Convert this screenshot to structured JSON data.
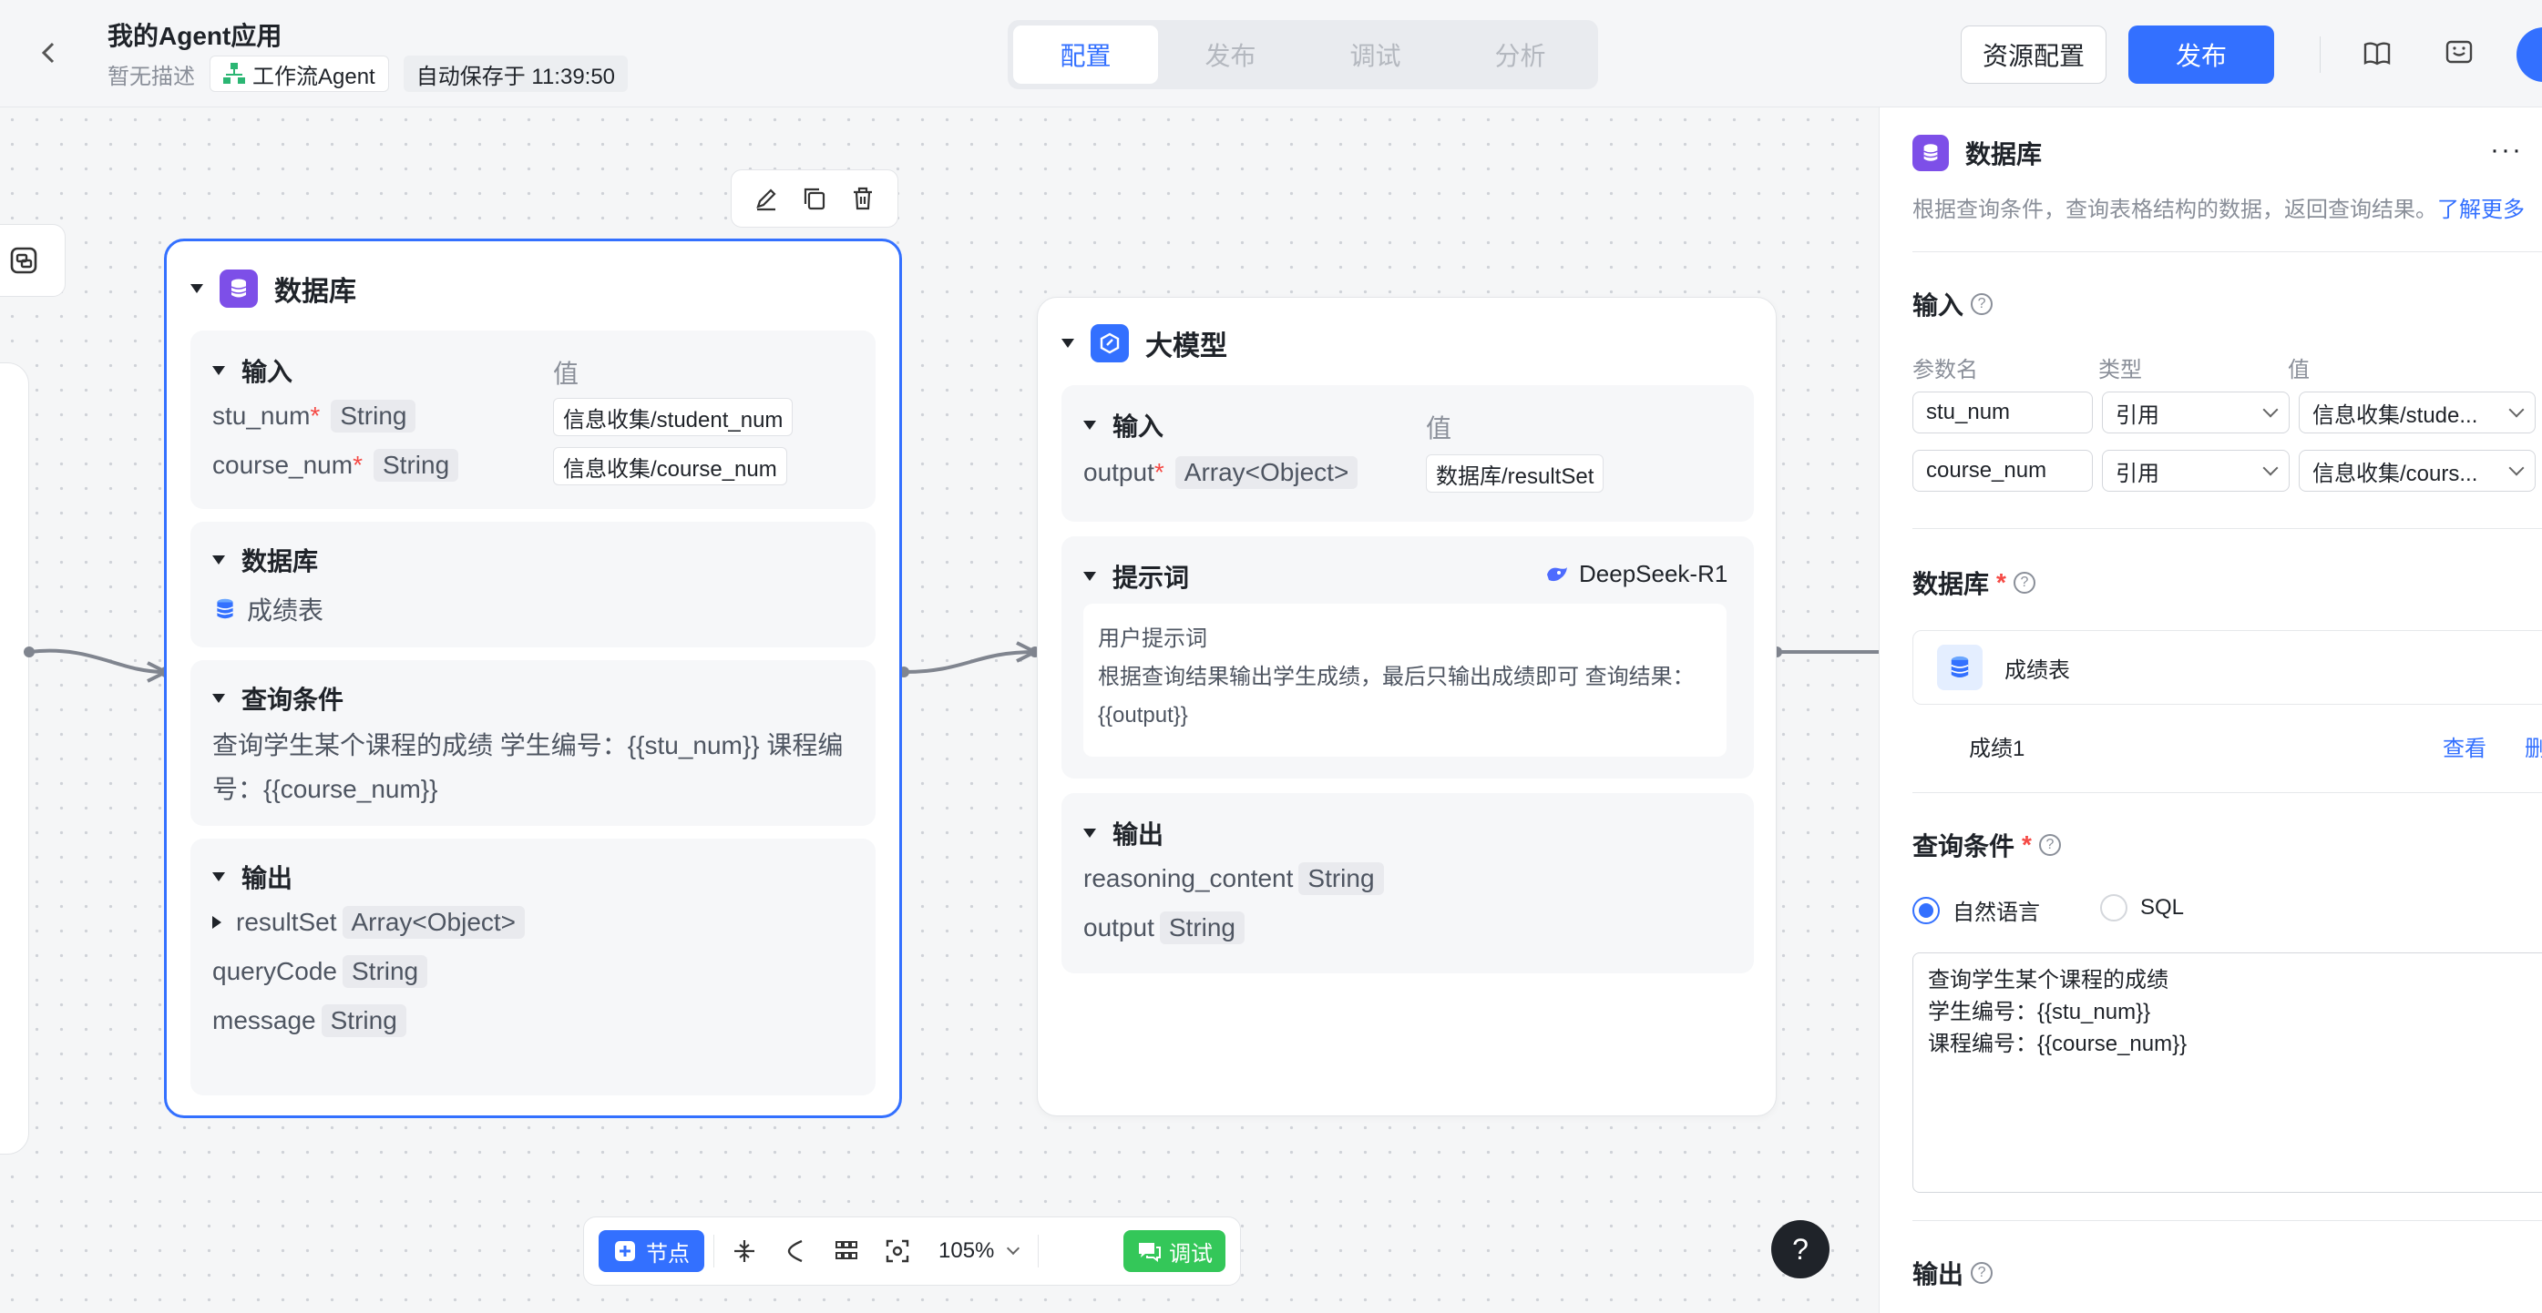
{
  "header": {
    "app_title": "我的Agent应用",
    "description": "暂无描述",
    "app_type": "工作流Agent",
    "autosave": "自动保存于 11:39:50",
    "tabs": [
      "配置",
      "发布",
      "调试",
      "分析"
    ],
    "resource_button": "资源配置",
    "publish_button": "发布"
  },
  "db_node": {
    "title": "数据库",
    "input_section": "输入",
    "value_header": "值",
    "inputs": [
      {
        "name": "stu_num",
        "type": "String",
        "value": "信息收集/student_num"
      },
      {
        "name": "course_num",
        "type": "String",
        "value": "信息收集/course_num"
      }
    ],
    "db_section": "数据库",
    "table_name": "成绩表",
    "query_section": "查询条件",
    "query_text": "查询学生某个课程的成绩 学生编号：{{stu_num}} 课程编号：{{course_num}}",
    "output_section": "输出",
    "outputs": [
      {
        "name": "resultSet",
        "type": "Array<Object>"
      },
      {
        "name": "queryCode",
        "type": "String"
      },
      {
        "name": "message",
        "type": "String"
      }
    ]
  },
  "llm_node": {
    "title": "大模型",
    "input_section": "输入",
    "value_header": "值",
    "input_name": "output",
    "input_type": "Array<Object>",
    "input_value": "数据库/resultSet",
    "prompt_section": "提示词",
    "model": "DeepSeek-R1",
    "user_prompt_label": "用户提示词",
    "user_prompt": "根据查询结果输出学生成绩，最后只输出成绩即可 查询结果：{{output}}",
    "output_section": "输出",
    "outputs": [
      {
        "name": "reasoning_content",
        "type": "String"
      },
      {
        "name": "output",
        "type": "String"
      }
    ]
  },
  "bottom_bar": {
    "node_button": "节点",
    "zoom": "105%",
    "debug_button": "调试"
  },
  "help_label": "?",
  "panel": {
    "title": "数据库",
    "more": "···",
    "description": "根据查询条件，查询表格结构的数据，返回查询结果。",
    "learn_more": "了解更多",
    "input_title": "输入",
    "col_param": "参数名",
    "col_type": "类型",
    "col_value": "值",
    "params": [
      {
        "name": "stu_num",
        "type": "引用",
        "value": "信息收集/stude..."
      },
      {
        "name": "course_num",
        "type": "引用",
        "value": "信息收集/cours..."
      }
    ],
    "db_title": "数据库",
    "table_name": "成绩表",
    "table_entry": "成绩1",
    "view_link": "查看",
    "delete_link": "删",
    "query_title": "查询条件",
    "radio_natural": "自然语言",
    "radio_sql": "SQL",
    "query_lines": [
      "查询学生某个课程的成绩",
      "学生编号：{{stu_num}}",
      "课程编号：{{course_num}}"
    ],
    "output_title": "输出"
  },
  "colors": {
    "accent": "#3370ff",
    "db_icon": "#7d4fe8",
    "debug_green": "#34c759"
  }
}
